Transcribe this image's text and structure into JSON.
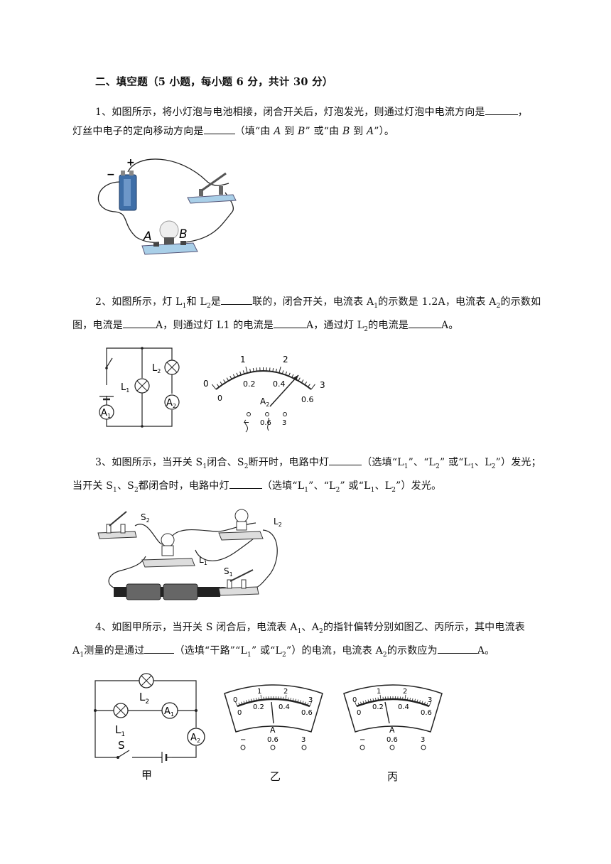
{
  "section_title": "二、填空题（5 小题，每小题 6 分，共计 30 分）",
  "q1": {
    "p1": "1、如图所示，将小灯泡与电池相接，闭合开关后，灯泡发光，则通过灯泡中电流方向是",
    "p2": "，",
    "p3": "灯丝中电子的定向移动方向是",
    "p4": "（填“由 ",
    "A1": "A",
    "p5": " 到 ",
    "B1": "B",
    "p6": "” 或“由 ",
    "B2": "B",
    "p7": " 到 ",
    "A2": "A",
    "p8": "”）。",
    "fig": {
      "plus": "+",
      "minus": "−",
      "A": "A",
      "B": "B"
    }
  },
  "q2": {
    "t1": "2、如图所示，灯 L",
    "t2": "和 L",
    "t3": "是",
    "t4": "联的，闭合开关，电流表 A",
    "t5": "的示数是 1.2A，电流表 A",
    "t6": "的示数如",
    "t7": "图，电流是",
    "t8": "A，则通过灯 L1 的电流是",
    "t9": "A，通过灯 L",
    "t10": "的电流是",
    "t11": "A。",
    "sub1": "1",
    "sub2": "2",
    "fig": {
      "L1": "L",
      "L2": "L",
      "A1": "A",
      "A2": "A",
      "s1": "1",
      "s2": "2",
      "scale_top": [
        "0",
        "1",
        "2",
        "3"
      ],
      "scale_bottom": [
        "0",
        "0.2",
        "0.4",
        "0.6"
      ],
      "meter_label": "A",
      "meter_sub": "2",
      "terminals": [
        "−",
        "0.6",
        "3"
      ]
    }
  },
  "q3": {
    "t1": "3、如图所示，当开关 S",
    "t2": "闭合、S",
    "t3": "断开时，电路中灯",
    "t4": "（选填“L",
    "t5": "”、“L",
    "t6": "” 或“L",
    "t7": "、L",
    "t8": "”）发光；",
    "t9": "当开关 S",
    "t10": "、S",
    "t11": "都闭合时，电路中灯",
    "t12": "（选填“L",
    "t13": "”、“L",
    "t14": "” 或“L",
    "t15": "、L",
    "t16": "”）发光。",
    "sub1": "1",
    "sub2": "2",
    "fig": {
      "S2": "S",
      "L2": "L",
      "L1": "L",
      "S1": "S",
      "s1": "1",
      "s2": "2"
    }
  },
  "q4": {
    "t1": "4、如图甲所示，当开关 S 闭合后，电流表 A",
    "t2": "、A",
    "t3": "的指针偏转分别如图乙、丙所示，其中电流表",
    "t4": "A",
    "t5": "测量的是通过",
    "t6": "（选填“干路”“L",
    "t7": "” 或“L",
    "t8": "”）的电流，电流表 A",
    "t9": "的示数应为",
    "t10": "A。",
    "sub1": "1",
    "sub2": "2",
    "fig": {
      "L2": "L",
      "L1": "L",
      "A1": "A",
      "A2": "A",
      "S": "S",
      "s1": "1",
      "s2": "2",
      "captions": [
        "甲",
        "乙",
        "丙"
      ],
      "scale_top": [
        "0",
        "1",
        "2",
        "3"
      ],
      "scale_bottom": [
        "0",
        "0.2",
        "0.4",
        "0.6"
      ],
      "meter_label": "A",
      "terminals": [
        "−",
        "0.6",
        "3"
      ]
    }
  }
}
